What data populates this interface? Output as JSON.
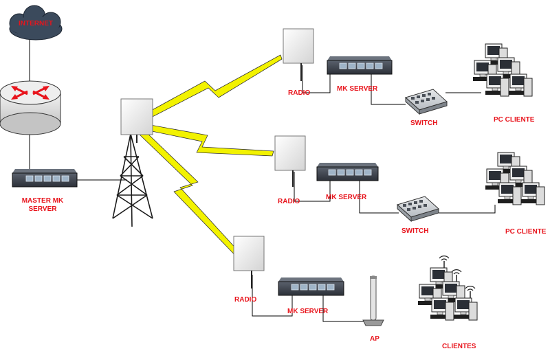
{
  "colors": {
    "label": "#e8141c",
    "link": "#000000",
    "wireless": "#f2f200",
    "cloud": "#3b4a5c",
    "router": "#d8d8d8",
    "device": "#3f4550",
    "port": "#9fb4c8",
    "panel": "#ececec",
    "tower": "#1a1a1a"
  },
  "icons": {
    "internet": "cloud-icon",
    "master_router": "router-icon",
    "master_server": "network-device-icon",
    "tower": "radio-tower-icon",
    "radio": "panel-antenna-icon",
    "mk_server": "network-device-icon",
    "switch": "switch-icon",
    "pc_cluster": "computer-cluster-icon",
    "ap": "omni-antenna-icon",
    "wireless_clients": "wireless-computer-cluster-icon"
  },
  "labels": {
    "internet": "INTERNET",
    "master_line1": "MASTER MK",
    "master_line2": "SERVER",
    "radio_1": "RADIO",
    "mk_server_1": "MK SERVER",
    "switch_1": "SWITCH",
    "pc_cliente_1": "PC CLIENTE",
    "radio_2": "RADIO",
    "mk_server_2": "MK SERVER",
    "switch_2": "SWITCH",
    "pc_cliente_2": "PC CLIENTE",
    "radio_3": "RADIO",
    "mk_server_3": "MK SERVER",
    "ap": "AP",
    "clientes": "CLIENTES"
  }
}
